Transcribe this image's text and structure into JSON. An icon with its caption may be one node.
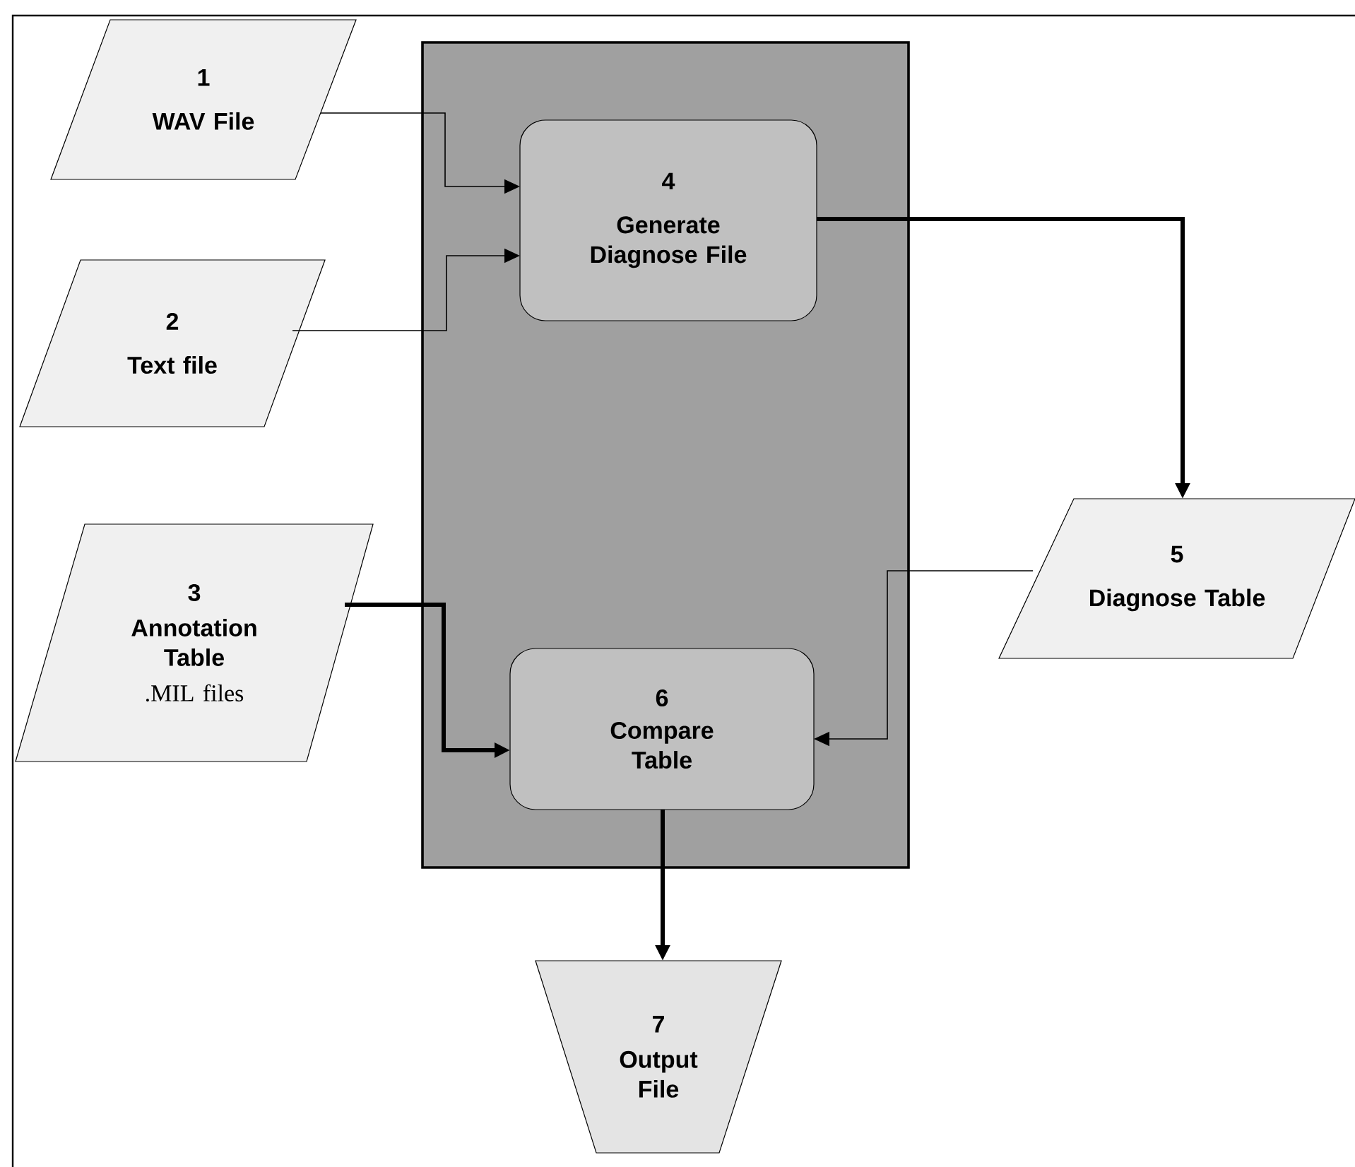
{
  "diagram": {
    "nodes": [
      {
        "text": [
          "1",
          "WAV File"
        ]
      },
      {
        "text": [
          "2",
          "Text file"
        ]
      },
      {
        "text": [
          "3",
          "Annotation Table",
          ".MIL files"
        ]
      },
      {
        "text": [],
        "shape": "box"
      },
      {
        "text": [
          "4",
          "Generate Diagnose File"
        ],
        "in": 3
      },
      {
        "text": [
          "5",
          "Diagnose Table"
        ]
      },
      {
        "text": [
          "6",
          "Compare Table"
        ],
        "in": 3
      },
      {
        "text": [
          "7",
          "Output File"
        ]
      }
    ],
    "edges": [
      {
        "from": 0,
        "to": 4,
        "arrow": "to"
      },
      {
        "from": 1,
        "to": 4,
        "arrow": "to"
      },
      {
        "from": 4,
        "to": 5,
        "arrow": "to",
        "style": "thick"
      },
      {
        "from": 5,
        "to": 6,
        "arrow": "to"
      },
      {
        "from": 2,
        "to": 6,
        "arrow": "to",
        "style": "thick"
      },
      {
        "from": 6,
        "to": 7,
        "arrow": "to",
        "style": "thick"
      }
    ]
  }
}
